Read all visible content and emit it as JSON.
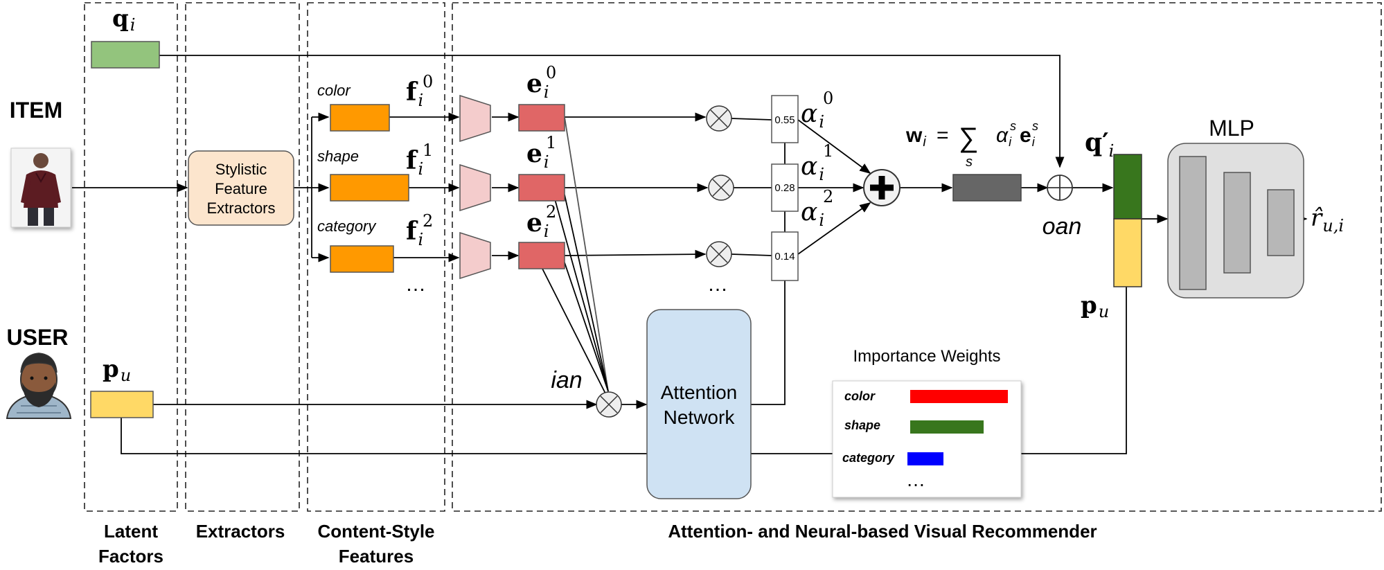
{
  "sections": {
    "latent": [
      "Latent",
      "Factors"
    ],
    "extractors": "Extractors",
    "content_style": [
      "Content-Style",
      "Features"
    ],
    "recommender": "Attention- and Neural-based Visual Recommender"
  },
  "labels": {
    "item": "ITEM",
    "user": "USER",
    "stylistic": [
      "Stylistic",
      "Feature",
      "Extractors"
    ],
    "feature_names": [
      "color",
      "shape",
      "category"
    ],
    "ellipsis": "…",
    "ian": "ian",
    "oan": "oan",
    "attention_net": [
      "Attention",
      "Network"
    ],
    "mlp": "MLP",
    "importance_title": "Importance Weights",
    "importance_legend": [
      "color",
      "shape",
      "category"
    ],
    "weights": [
      "0.55",
      "0.28",
      "0.14"
    ]
  },
  "math": {
    "q_i": "q",
    "q_i_sub": "i",
    "p_u": "p",
    "p_u_sub": "u",
    "f_sub": "i",
    "f_sups": [
      "0",
      "1",
      "2"
    ],
    "e_sub": "i",
    "alpha": "α",
    "alpha_sub": "i",
    "alpha_sups": [
      "0",
      "1",
      "2"
    ],
    "w_eq_lhs": "w",
    "w_eq_lhs_sub": "i",
    "w_eq_eq": "=",
    "w_eq_sum": "∑",
    "w_eq_sum_sub": "s",
    "w_eq_rhs_alpha": "α",
    "w_eq_rhs_e": "e",
    "w_eq_rhs_sup": "s",
    "w_eq_rhs_sub": "i",
    "q_prime": "q′",
    "q_prime_sub": "i",
    "r_hat": "r̂",
    "r_hat_sub": "u,i"
  },
  "colors": {
    "q_box": "#93c47d",
    "p_box": "#ffd966",
    "feature_box": "#ff9900",
    "embedding_box": "#e06666",
    "trapezoid": "#f4cccc",
    "stylistic_box": "#fce5cd",
    "attention_box": "#cfe2f3",
    "mlp_box": "#e0e0e0",
    "mlp_layer": "#b7b7b7",
    "sum_box": "#666666",
    "concat_top": "#38761d",
    "concat_bottom": "#ffd966",
    "bar_color": "#ff0000",
    "bar_shape": "#38761d",
    "bar_category": "#0000ff"
  },
  "importance_values": [
    1.0,
    0.75,
    0.37
  ]
}
